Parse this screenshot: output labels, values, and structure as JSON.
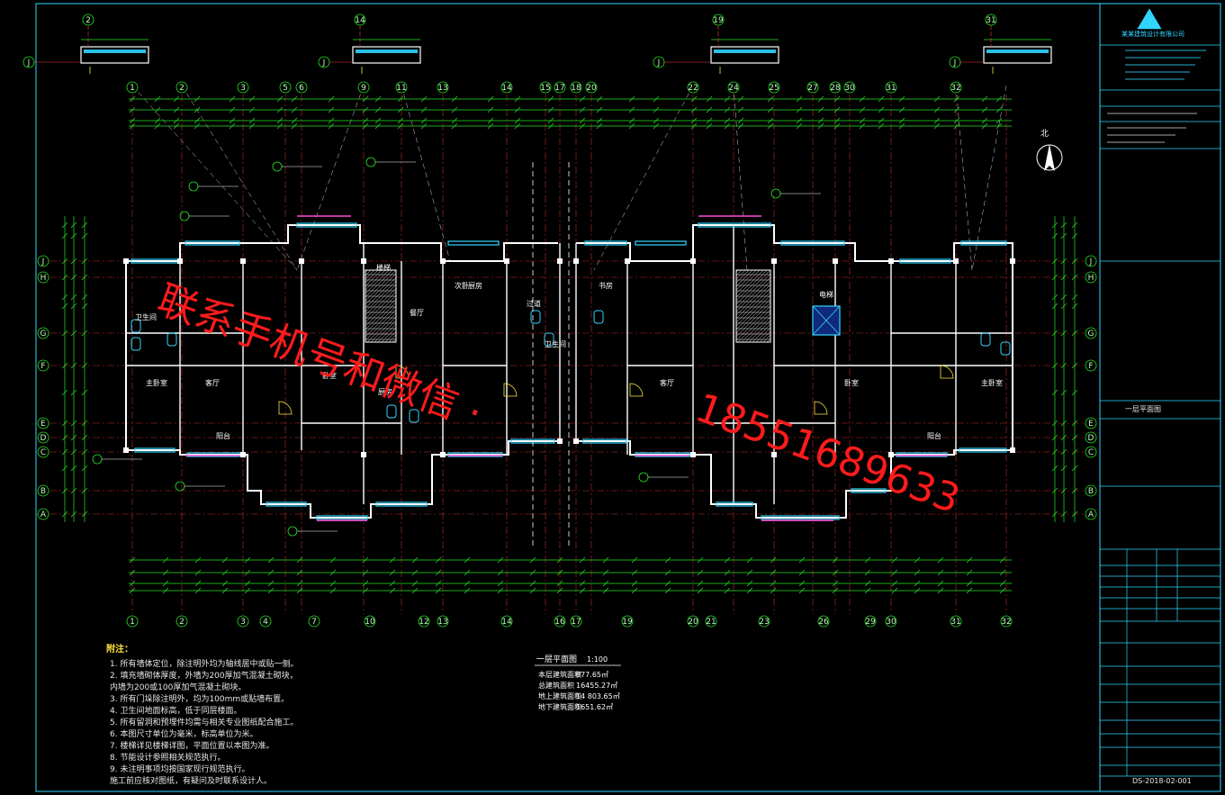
{
  "watermark": {
    "line1": "联系手机号和微信 ·",
    "line2": "18551689633",
    "color": "#ff1b1b"
  },
  "colors": {
    "background": "#000000",
    "frame": "#31d6ff",
    "axis": "#ff3a3a",
    "dimension": "#27e627",
    "wall": "#ffffff",
    "window": "#31d6ff",
    "accent_magenta": "#ff4fd8",
    "accent_yellow": "#ffe63a"
  },
  "grid": {
    "top_axes": [
      "1",
      "2",
      "3",
      "5",
      "6",
      "9",
      "11",
      "13",
      "14",
      "15",
      "17",
      "18",
      "20",
      "22",
      "24",
      "25",
      "27",
      "28",
      "30",
      "31",
      "32"
    ],
    "bottom_axes": [
      "1",
      "2",
      "3",
      "4",
      "7",
      "10",
      "12",
      "13",
      "14",
      "16",
      "17",
      "19",
      "20",
      "21",
      "23",
      "26",
      "29",
      "30",
      "31",
      "32"
    ],
    "left_rows": [
      "J",
      "H",
      "G",
      "F",
      "E",
      "D",
      "C",
      "B",
      "A"
    ],
    "right_rows": [
      "J",
      "H",
      "G",
      "F",
      "E",
      "D",
      "C",
      "B",
      "A"
    ],
    "callout_top": [
      "2",
      "14",
      "19",
      "31"
    ],
    "callout_row": "J"
  },
  "rooms": {
    "labels": [
      "卫生间",
      "客厅",
      "卧室",
      "主卧室",
      "阳台",
      "厨房",
      "次卧",
      "餐厅",
      "书房",
      "过道",
      "客厅",
      "主卧室",
      "卧室",
      "阳台",
      "厨房",
      "卫生间",
      "电梯",
      "楼梯"
    ]
  },
  "table": {
    "title": "一层平面图",
    "scale": "1:100",
    "rows": [
      {
        "label": "本层建筑面积",
        "value": "877.65㎡"
      },
      {
        "label": "总建筑面积",
        "value": "16455.27㎡"
      },
      {
        "label": "地上建筑面积",
        "value": "14 803.65㎡"
      },
      {
        "label": "地下建筑面积",
        "value": "1651.62㎡"
      }
    ]
  },
  "notes": {
    "title": "附注：",
    "items": [
      "1. 所有墙体定位，除注明外均为轴线居中或贴一侧。",
      "2. 填充墙砌体厚度，外墙为200厚加气混凝土砌块，",
      "   内墙为200或100厚加气混凝土砌块。",
      "3. 所有门垛除注明外，均为100mm或贴墙布置。",
      "4. 卫生间地面标高，低于同层楼面。",
      "5. 所有留洞和预埋件均需与相关专业图纸配合施工。",
      "6. 本图尺寸单位为毫米，标高单位为米。",
      "7. 楼梯详见楼梯详图，平面位置以本图为准。",
      "8. 节能设计参照相关规范执行。",
      "9. 未注明事项均按国家现行规范执行。",
      "   施工前应核对图纸，有疑问及时联系设计人。"
    ]
  },
  "titleblock": {
    "company": "某某建筑设计有限公司",
    "drawing_name": "一层平面图",
    "drawing_no": "DS-2018-02-001"
  }
}
